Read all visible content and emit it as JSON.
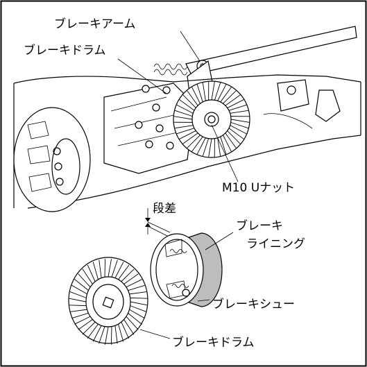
{
  "labels": {
    "brake_arm": "ブレーキアーム",
    "brake_drum_top": "ブレーキドラム",
    "m10_nut": "M10 Uナット",
    "step": "段差",
    "brake_lining_line1": "ブレーキ",
    "brake_lining_line2": "ライニング",
    "brake_shoe": "ブレーキシュー",
    "brake_drum_bottom": "ブレーキドラム"
  }
}
